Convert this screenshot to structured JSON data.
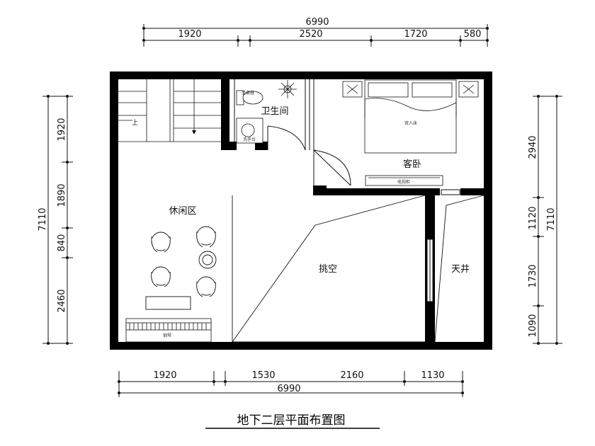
{
  "title": "地下二层平面布置图",
  "dims": {
    "top_total": "6990",
    "top": [
      "1920",
      "2520",
      "1720",
      "580"
    ],
    "bottom": [
      "1920",
      "1530",
      "2160",
      "1130"
    ],
    "bottom_total": "6990",
    "left": [
      "1920",
      "1890",
      "840",
      "2460"
    ],
    "left_total": "7110",
    "right": [
      "2940",
      "1120",
      "1730",
      "1090"
    ],
    "right_total": "7110"
  },
  "rooms": {
    "bathroom": "卫生间",
    "guest_bedroom": "客卧",
    "leisure": "休闲区",
    "void": "挑空",
    "skywell": "天井"
  },
  "fixtures": {
    "stair_up": "上",
    "toilet": "坐便器",
    "basin": "洗手台",
    "bed": "双人床",
    "wardrobe": "电视柜",
    "piano": "钢琴"
  }
}
